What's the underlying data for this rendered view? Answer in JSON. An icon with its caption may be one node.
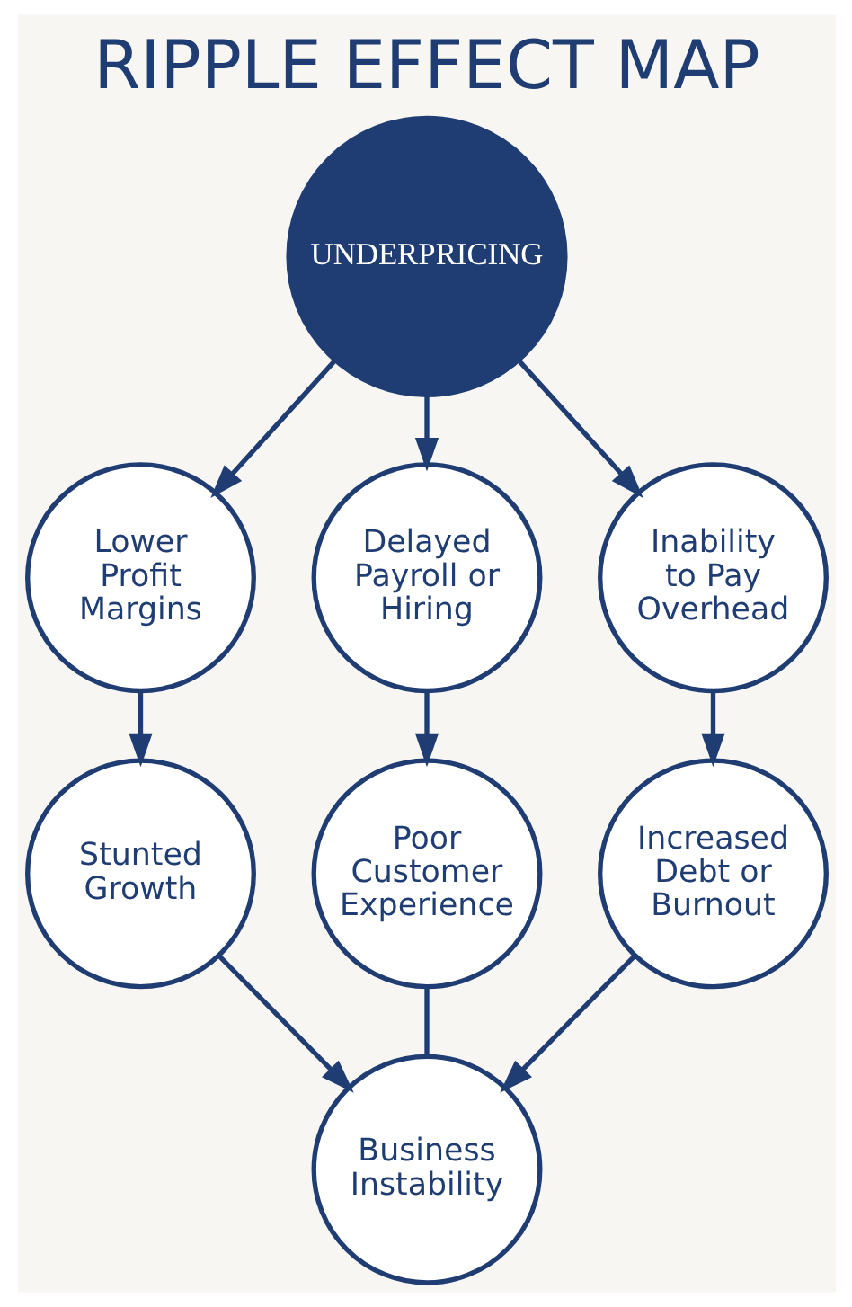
{
  "diagram": {
    "title": "RIPPLE EFFECT MAP",
    "nodes": [
      {
        "text": [
          "UNDERPRICING"
        ]
      },
      {
        "text": [
          "Lower Profit Margins"
        ]
      },
      {
        "text": [
          "Delayed Payroll or Hiring"
        ]
      },
      {
        "text": [
          "Inability to Pay Overhead"
        ]
      },
      {
        "text": [
          "Stunted Growth"
        ]
      },
      {
        "text": [
          "Poor Customer Experience"
        ]
      },
      {
        "text": [
          "Increased Debt or Burnout"
        ]
      },
      {
        "text": [
          "Business Instability"
        ]
      }
    ],
    "edges": [
      {
        "from": 0,
        "to": 1,
        "arrow": "to"
      },
      {
        "from": 0,
        "to": 2,
        "arrow": "to"
      },
      {
        "from": 0,
        "to": 3,
        "arrow": "to"
      },
      {
        "from": 1,
        "to": 4,
        "arrow": "to"
      },
      {
        "from": 2,
        "to": 5,
        "arrow": "to"
      },
      {
        "from": 3,
        "to": 6,
        "arrow": "to"
      },
      {
        "from": 4,
        "to": 7,
        "arrow": "to"
      },
      {
        "from": 5,
        "to": 7,
        "arrow": "none"
      },
      {
        "from": 6,
        "to": 7,
        "arrow": "to"
      }
    ]
  }
}
